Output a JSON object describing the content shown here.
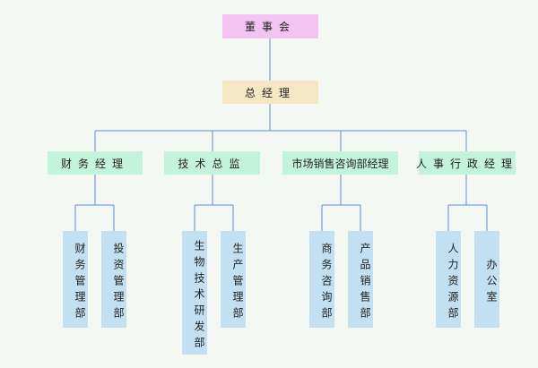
{
  "board": "董事会",
  "general_manager": "总经理",
  "managers": [
    {
      "title": "财务经理",
      "departments": [
        "财务管理部",
        "投资管理部"
      ]
    },
    {
      "title": "技术总监",
      "departments": [
        "生物技术研发部",
        "生产管理部"
      ]
    },
    {
      "title": "市场销售咨询部经理",
      "departments": [
        "商务咨询部",
        "产品销售部"
      ]
    },
    {
      "title": "人事行政经理",
      "departments": [
        "人力资源部",
        "办公室"
      ]
    }
  ],
  "colors": {
    "board": "#f3c3f1",
    "general_manager": "#f5e7c3",
    "manager": "#c4f3dd",
    "department": "#c2e0f2",
    "connector": "#5b8fd8",
    "background": "#f4f8f2"
  }
}
